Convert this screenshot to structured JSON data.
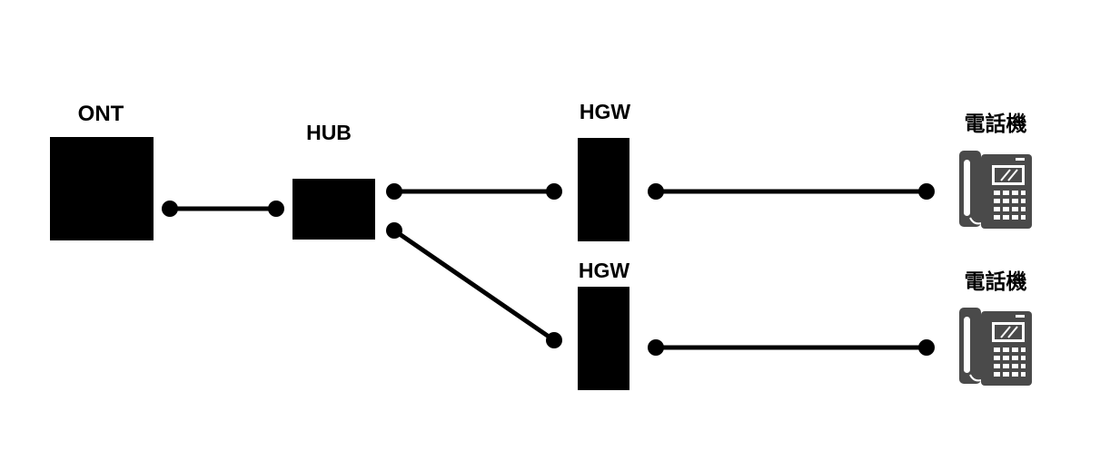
{
  "nodes": {
    "ont": {
      "label": "ONT"
    },
    "hub": {
      "label": "HUB"
    },
    "hgw1": {
      "label": "HGW"
    },
    "hgw2": {
      "label": "HGW"
    },
    "phone1": {
      "label": "電話機",
      "icon": "telephone-icon"
    },
    "phone2": {
      "label": "電話機",
      "icon": "telephone-icon"
    }
  },
  "connections": [
    {
      "from": "ont",
      "to": "hub"
    },
    {
      "from": "hub",
      "to": "hgw1"
    },
    {
      "from": "hub",
      "to": "hgw2"
    },
    {
      "from": "hgw1",
      "to": "phone1"
    },
    {
      "from": "hgw2",
      "to": "phone2"
    }
  ],
  "colors": {
    "ink": "#000000",
    "phone": "#4a4a4a",
    "background": "#ffffff"
  }
}
